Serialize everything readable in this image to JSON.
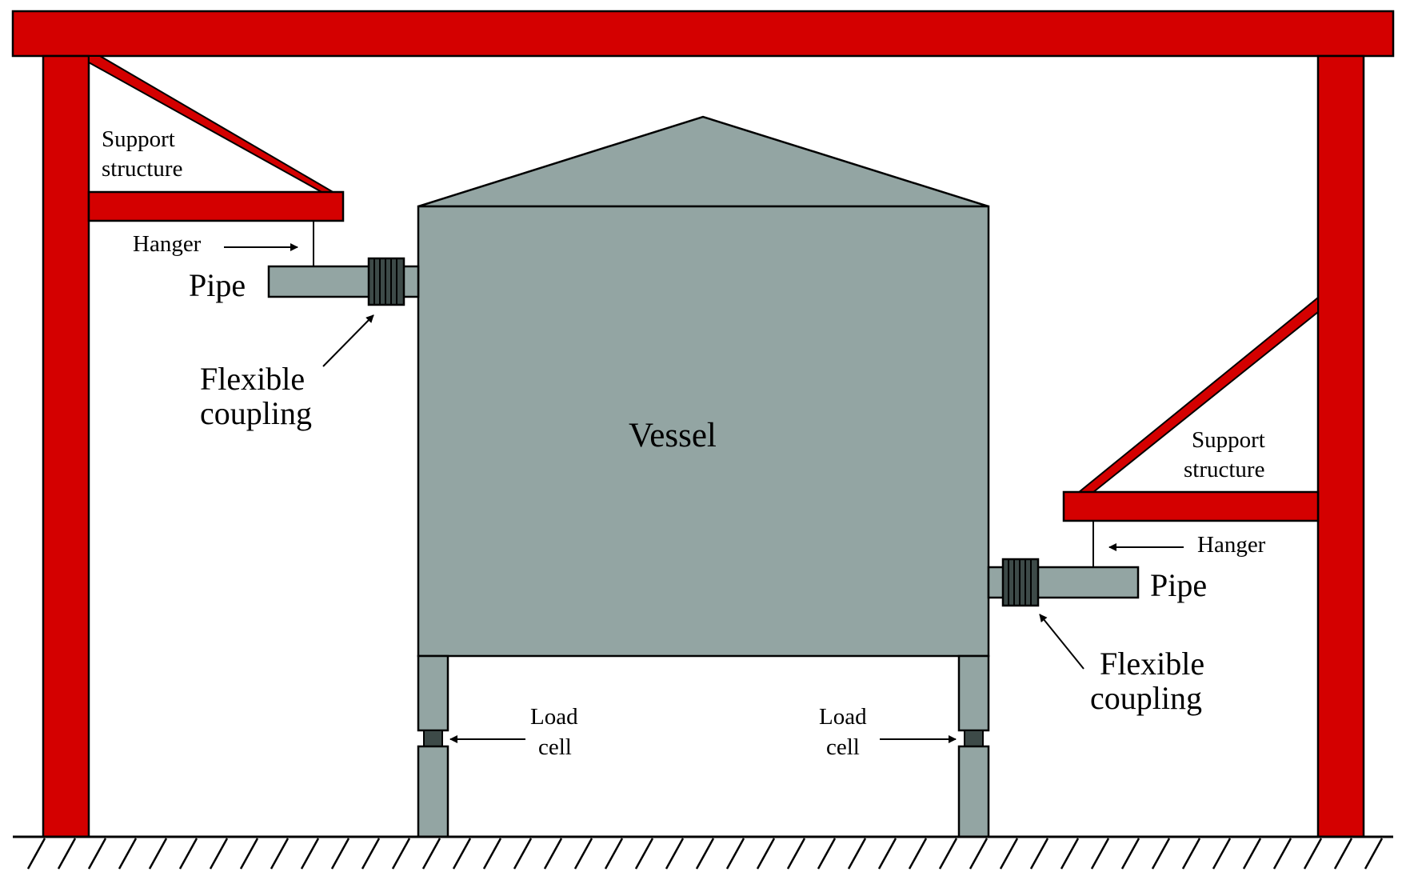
{
  "labels": {
    "vessel": "Vessel",
    "left": {
      "support_line1": "Support",
      "support_line2": "structure",
      "hanger": "Hanger",
      "pipe": "Pipe",
      "coupling_line1": "Flexible",
      "coupling_line2": "coupling"
    },
    "right": {
      "support_line1": "Support",
      "support_line2": "structure",
      "hanger": "Hanger",
      "pipe": "Pipe",
      "coupling_line1": "Flexible",
      "coupling_line2": "coupling"
    },
    "load_cell_left_line1": "Load",
    "load_cell_left_line2": "cell",
    "load_cell_right_line1": "Load",
    "load_cell_right_line2": "cell"
  },
  "colors": {
    "structure": "#d40000",
    "vessel": "#93a5a3",
    "coupling": "#3d4a48",
    "outline": "#000000",
    "background": "#ffffff"
  }
}
